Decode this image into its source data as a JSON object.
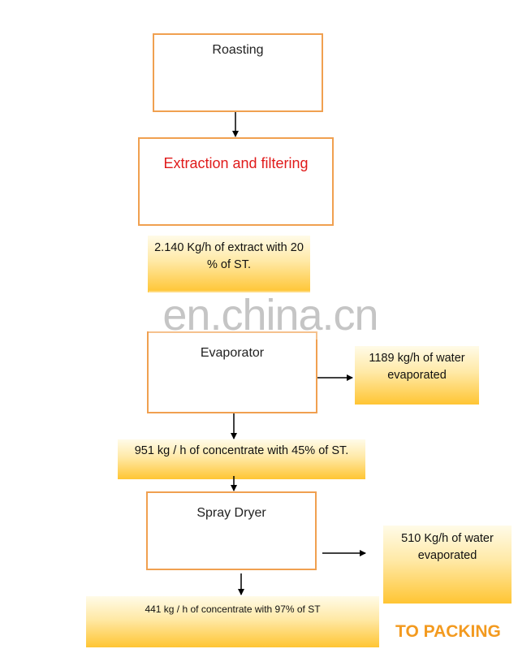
{
  "steps": {
    "roasting": "Roasting",
    "extraction": "Extraction and filtering",
    "evaporator": "Evaporator",
    "spray_dryer": "Spray Dryer"
  },
  "notes": {
    "extract": "2.140 Kg/h of extract with 20 % of ST.",
    "water_evaporated_1": "1189 kg/h of water evaporated",
    "concentrate_45": "951 kg / h of concentrate with 45% of ST.",
    "water_evaporated_2": "510 Kg/h of water evaporated",
    "concentrate_97": "441 kg / h of concentrate with 97% of ST"
  },
  "to_packing": "TO PACKING",
  "watermark": "en.china.cn",
  "colors": {
    "box_border": "#f0a050",
    "extraction_text": "#e01b1b",
    "packing_text": "#f39a1f",
    "note_fill": "#ffc533"
  }
}
